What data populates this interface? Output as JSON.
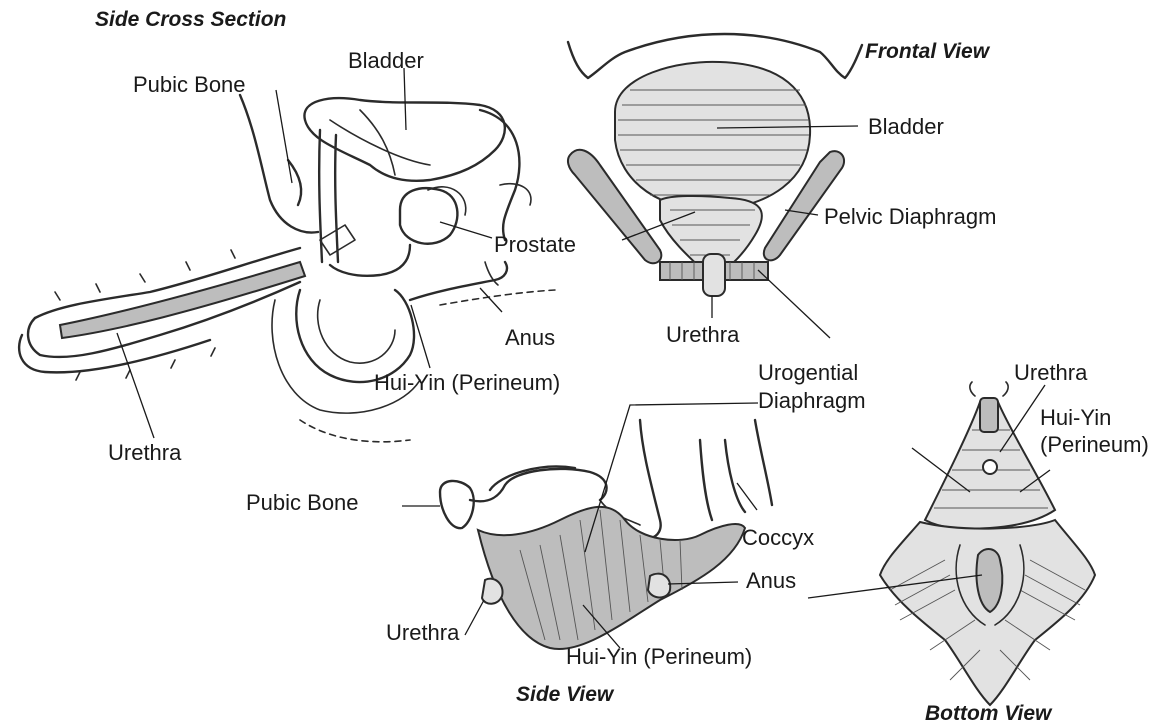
{
  "views": {
    "side_cross_section": {
      "title": "Side Cross Section",
      "labels": {
        "pubic_bone": "Pubic Bone",
        "bladder": "Bladder",
        "prostate": "Prostate",
        "anus": "Anus",
        "hui_yin": "Hui-Yin (Perineum)",
        "urethra": "Urethra"
      }
    },
    "frontal_view": {
      "title": "Frontal View",
      "labels": {
        "bladder": "Bladder",
        "pelvic_diaphragm": "Pelvic Diaphragm",
        "urethra": "Urethra"
      }
    },
    "shared": {
      "urogential_line1": "Urogential",
      "urogential_line2": "Diaphragm"
    },
    "side_view": {
      "title": "Side View",
      "labels": {
        "pubic_bone": "Pubic Bone",
        "coccyx": "Coccyx",
        "anus": "Anus",
        "urethra": "Urethra",
        "hui_yin": "Hui-Yin (Perineum)"
      }
    },
    "bottom_view": {
      "title": "Bottom View",
      "labels": {
        "urethra": "Urethra",
        "hui_yin_line1": "Hui-Yin",
        "hui_yin_line2": "(Perineum)"
      }
    }
  }
}
